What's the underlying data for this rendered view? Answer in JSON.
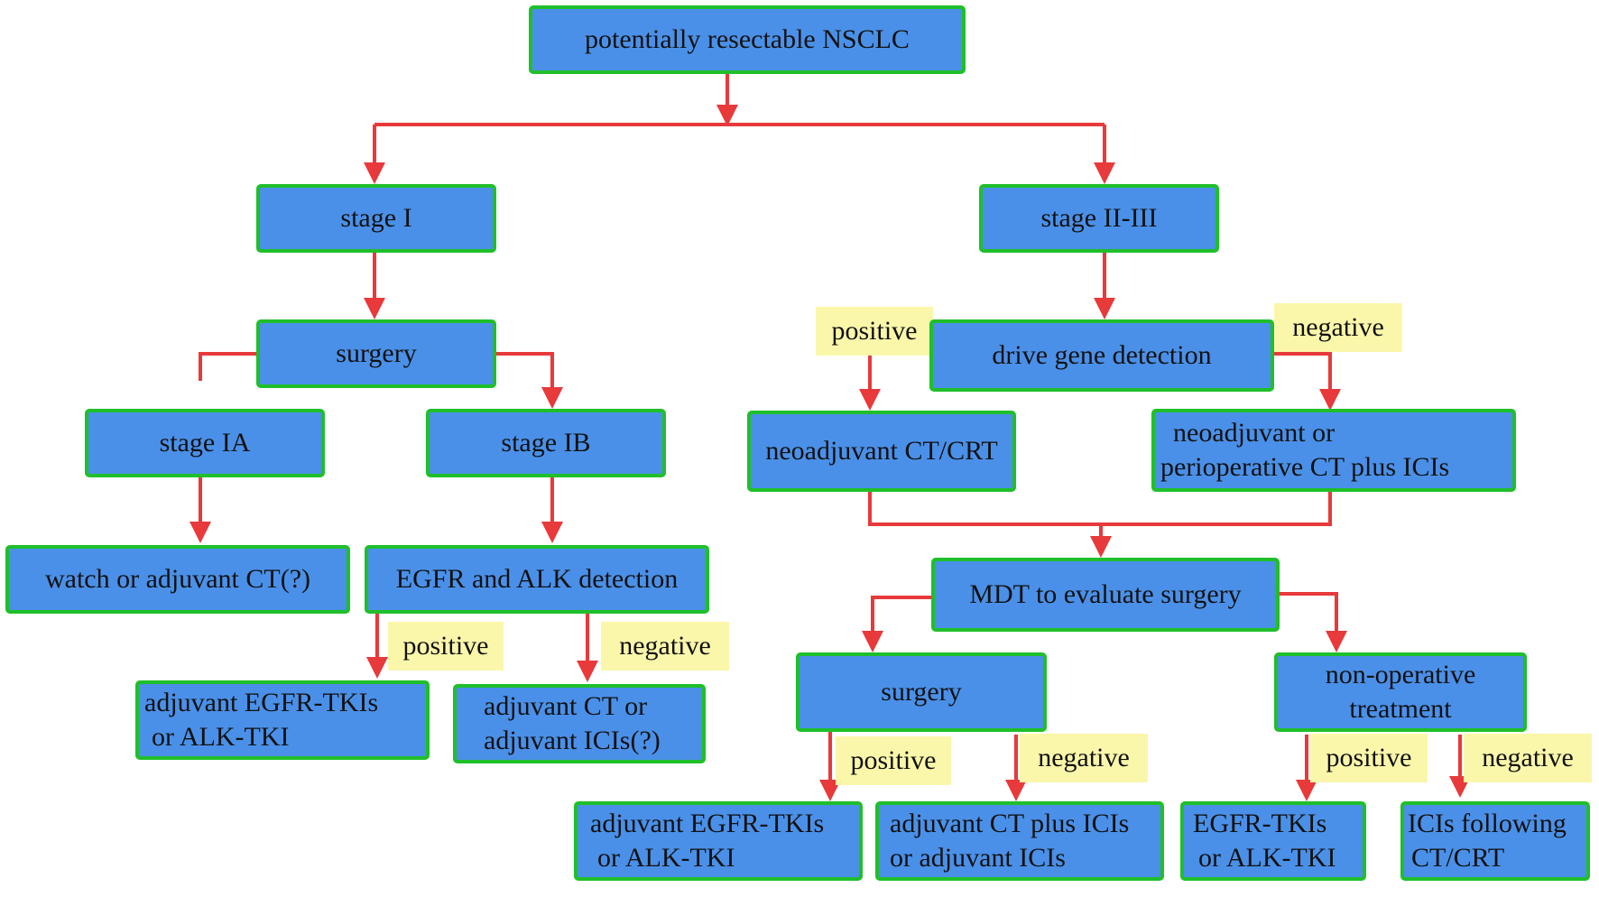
{
  "colors": {
    "box_fill": "#4a90e8",
    "box_border": "#1fbf2a",
    "arrow": "#e8393b",
    "label_fill": "#fbf7aa"
  },
  "nodes": {
    "root": [
      "potentially resectable NSCLC"
    ],
    "stage_i": [
      "stage I"
    ],
    "stage_ii_iii": [
      "stage  II-III"
    ],
    "surgery_left": [
      "surgery"
    ],
    "stage_ia": [
      "stage IA"
    ],
    "stage_ib": [
      "stage IB"
    ],
    "watch": [
      "watch or adjuvant CT(?)"
    ],
    "egfr_alk_detection": [
      "EGFR and ALK detection"
    ],
    "adj_tki_left": [
      "adjuvant EGFR-TKIs",
      "or ALK-TKI"
    ],
    "adj_ct_icis_left": [
      "adjuvant CT or",
      "adjuvant ICIs(?)"
    ],
    "drive_gene": [
      "drive gene detection"
    ],
    "neoadj_ct_crt": [
      "neoadjuvant CT/CRT"
    ],
    "neoadj_perio": [
      "neoadjuvant or",
      "perioperative CT plus ICIs"
    ],
    "mdt": [
      "MDT to evaluate surgery"
    ],
    "surgery_right": [
      "surgery"
    ],
    "non_operative": [
      "non-operative",
      "treatment"
    ],
    "adj_tki_right": [
      "adjuvant EGFR-TKIs",
      "or ALK-TKI"
    ],
    "adj_ct_plus_icis": [
      "adjuvant CT plus ICIs",
      "or adjuvant ICIs"
    ],
    "egfr_tkis": [
      "EGFR-TKIs",
      "or ALK-TKI"
    ],
    "icis_following": [
      "ICIs following",
      "CT/CRT"
    ]
  },
  "labels": {
    "positive": "positive",
    "negative": "negative"
  }
}
